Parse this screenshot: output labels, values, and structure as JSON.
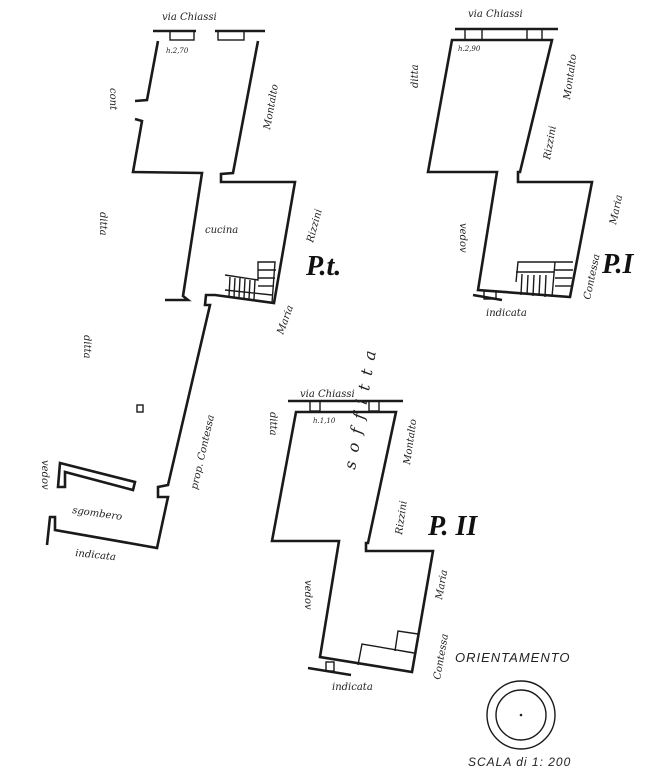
{
  "plans": [
    {
      "title": "P.t.",
      "street_top": "via Chiassi",
      "height": "h.2,70",
      "room_labels": [
        "cucina",
        "sgombero"
      ],
      "neighbors": {
        "left_upper": "cont",
        "left_mid": "ditta",
        "left_lower": "ditta",
        "left_bottom": "vedov",
        "right_upper": "Montalto",
        "right_mid": "Rizzini",
        "right_lower": "Maria",
        "right_prop": "prop. Contessa",
        "bottom": "indicata"
      }
    },
    {
      "title": "P.I",
      "street_top": "via Chiassi",
      "height": "h.2,90",
      "neighbors": {
        "left_upper": "ditta",
        "left_lower": "vedov",
        "right_upper": "Montalto",
        "right_mid": "Rizzini",
        "right_lower": "Maria",
        "right_bottom": "Contessa",
        "bottom": "indicata"
      }
    },
    {
      "title": "P. II",
      "street_top": "via Chiassi",
      "height": "h.1,10",
      "room_labels": [
        "soffitta"
      ],
      "neighbors": {
        "left_upper": "ditta",
        "left_lower": "vedov",
        "right_upper": "Montalto",
        "right_mid": "Rizzini",
        "right_lower": "Maria",
        "right_bottom": "Contessa",
        "bottom": "indicata"
      }
    }
  ],
  "legend": {
    "orientation": "ORIENTAMENTO",
    "scale": "SCALA di 1: 200"
  }
}
